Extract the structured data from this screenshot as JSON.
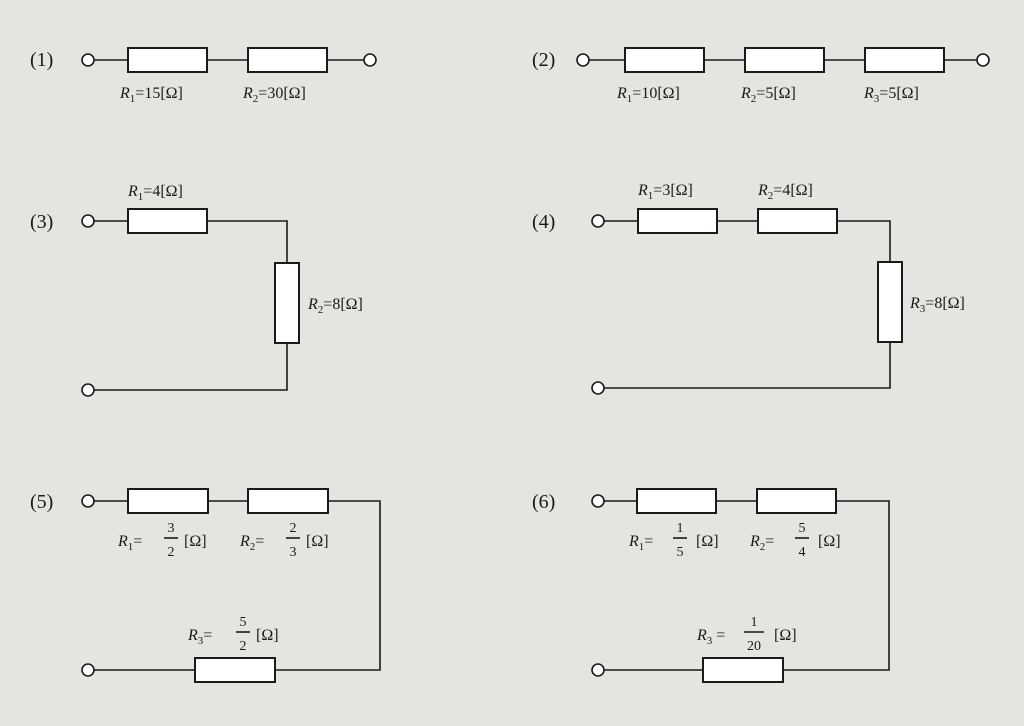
{
  "circuits": [
    {
      "id": "c1",
      "number": "(1)",
      "resistors": [
        {
          "name": "R",
          "sub": "1",
          "value": "15",
          "unit": "[Ω]"
        },
        {
          "name": "R",
          "sub": "2",
          "value": "30",
          "unit": "[Ω]"
        }
      ]
    },
    {
      "id": "c2",
      "number": "(2)",
      "resistors": [
        {
          "name": "R",
          "sub": "1",
          "value": "10",
          "unit": "[Ω]"
        },
        {
          "name": "R",
          "sub": "2",
          "value": "5",
          "unit": "[Ω]"
        },
        {
          "name": "R",
          "sub": "3",
          "value": "5",
          "unit": "[Ω]"
        }
      ]
    },
    {
      "id": "c3",
      "number": "(3)",
      "resistors": [
        {
          "name": "R",
          "sub": "1",
          "value": "4",
          "unit": "[Ω]"
        },
        {
          "name": "R",
          "sub": "2",
          "value": "8",
          "unit": "[Ω]"
        }
      ]
    },
    {
      "id": "c4",
      "number": "(4)",
      "resistors": [
        {
          "name": "R",
          "sub": "1",
          "value": "3",
          "unit": "[Ω]"
        },
        {
          "name": "R",
          "sub": "2",
          "value": "4",
          "unit": "[Ω]"
        },
        {
          "name": "R",
          "sub": "3",
          "value": "8",
          "unit": "[Ω]"
        }
      ]
    },
    {
      "id": "c5",
      "number": "(5)",
      "resistors": [
        {
          "name": "R",
          "sub": "1",
          "numerator": "3",
          "denominator": "2",
          "unit": "[Ω]"
        },
        {
          "name": "R",
          "sub": "2",
          "numerator": "2",
          "denominator": "3",
          "unit": "[Ω]"
        },
        {
          "name": "R",
          "sub": "3",
          "numerator": "5",
          "denominator": "2",
          "unit": "[Ω]"
        }
      ]
    },
    {
      "id": "c6",
      "number": "(6)",
      "resistors": [
        {
          "name": "R",
          "sub": "1",
          "numerator": "1",
          "denominator": "5",
          "unit": "[Ω]"
        },
        {
          "name": "R",
          "sub": "2",
          "numerator": "5",
          "denominator": "4",
          "unit": "[Ω]"
        },
        {
          "name": "R",
          "sub": "3",
          "numerator": "1",
          "denominator": "20",
          "unit": "[Ω]"
        }
      ]
    }
  ]
}
